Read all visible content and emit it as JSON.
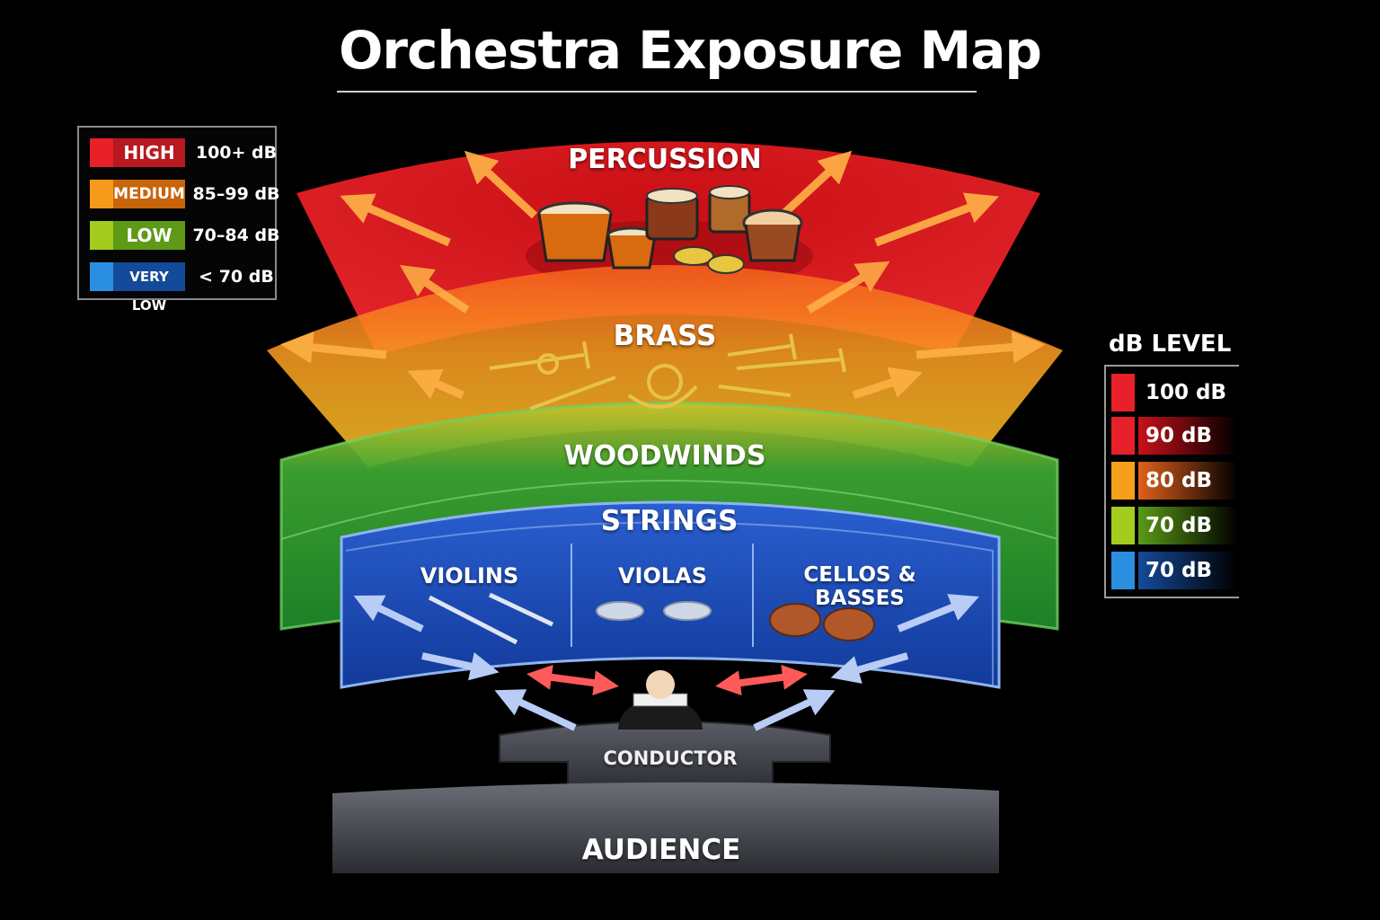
{
  "title": "Orchestra Exposure Map",
  "legend": [
    {
      "level": "HIGH",
      "range": "100+ dB",
      "color": "#e8202a"
    },
    {
      "level": "MEDIUM",
      "range": "85–99 dB",
      "color": "#f58a1a"
    },
    {
      "level": "LOW",
      "range": "70–84 dB",
      "color": "#8fc21e"
    },
    {
      "level": "VERY LOW",
      "range": "< 70 dB",
      "color": "#1f7fd8"
    }
  ],
  "db_scale": {
    "title": "dB LEVEL",
    "levels": [
      {
        "label": "100 dB",
        "color": "#e8202a"
      },
      {
        "label": "90 dB",
        "color": "#e8202a"
      },
      {
        "label": "80 dB",
        "color": "#f58a1a"
      },
      {
        "label": "70 dB",
        "color": "#8fc21e"
      },
      {
        "label": "70 dB",
        "color": "#1f7fd8"
      }
    ]
  },
  "sections": {
    "percussion": "PERCUSSION",
    "brass": "BRASS",
    "woodwinds": "WOODWINDS",
    "strings": "STRINGS",
    "violins": "VIOLINS",
    "violas": "VIOLAS",
    "cellos": "CELLOS & BASSES",
    "conductor": "CONDUCTOR",
    "audience": "AUDIENCE"
  },
  "colors": {
    "percussion": "#e41d22",
    "brass": "#f5821e",
    "woodwinds": "#2f9a2f",
    "strings": "#1a49b8",
    "accent_arrow_red": "#ff5a5a",
    "audience": "#4a4d55"
  }
}
